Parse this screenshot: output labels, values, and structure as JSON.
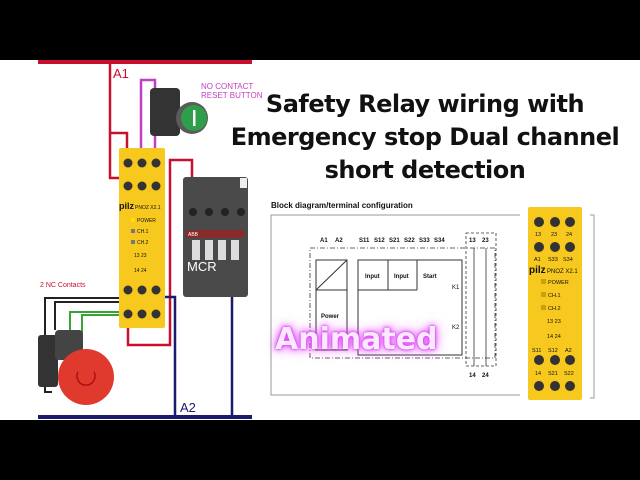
{
  "title_lines": [
    "Safety Relay wiring with",
    "Emergency stop Dual channel",
    "short detection"
  ],
  "overlay_label": "Animated",
  "wiring": {
    "line_a1": "A1",
    "line_a2": "A2",
    "reset_button_label_1": "NO CONTACT",
    "reset_button_label_2": "RESET BUTTON",
    "estop_label": "2 NC Contacts",
    "contactor_label": "MCR",
    "contactor_brand": "ABB"
  },
  "relay": {
    "brand": "pilz",
    "model": "PNOZ X2.1",
    "top_terminals": [
      "13",
      "23",
      "24"
    ],
    "upper_terminals": [
      "A1",
      "S33",
      "S34"
    ],
    "leds": [
      "POWER",
      "CH.1",
      "CH.2"
    ],
    "contact_labels_top": "13 23",
    "contact_labels_bottom": "14 24",
    "lower_terminals": [
      "S11",
      "S12",
      "A2"
    ],
    "bottom_terminals": [
      "14",
      "S21",
      "S22"
    ]
  },
  "block_diagram": {
    "heading": "Block diagram/terminal configuration",
    "terminals": [
      "A1",
      "A2",
      "S11",
      "S12",
      "S21",
      "S22",
      "S33",
      "S34",
      "13",
      "23"
    ],
    "blocks": [
      "Input",
      "Input",
      "Start"
    ],
    "power": "Power",
    "relays": [
      "K1",
      "K2"
    ],
    "bottom_terminals": [
      "14",
      "24"
    ]
  },
  "colors": {
    "yellow": "#f7c81e",
    "red_wire": "#c8102e",
    "magenta_wire": "#c040c0",
    "blue_wire": "#1a1a6e",
    "green_wire": "#3aa335"
  }
}
